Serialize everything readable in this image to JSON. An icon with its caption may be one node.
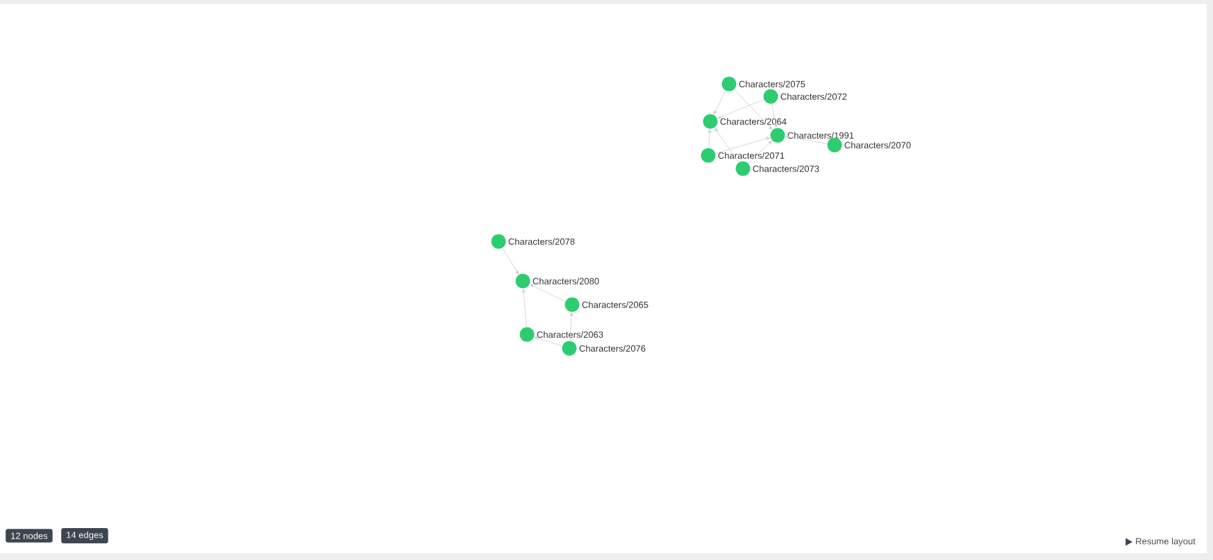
{
  "diagram": {
    "nodes": [
      {
        "text": [
          "Characters/2075"
        ]
      },
      {
        "text": [
          "Characters/2072"
        ]
      },
      {
        "text": [
          "Characters/2064"
        ]
      },
      {
        "text": [
          "Characters/1991"
        ]
      },
      {
        "text": [
          "Characters/2070"
        ]
      },
      {
        "text": [
          "Characters/2071"
        ]
      },
      {
        "text": [
          "Characters/2073"
        ]
      },
      {
        "text": [
          "Characters/2078"
        ]
      },
      {
        "text": [
          "Characters/2080"
        ]
      },
      {
        "text": [
          "Characters/2065"
        ]
      },
      {
        "text": [
          "Characters/2063"
        ]
      },
      {
        "text": [
          "Characters/2076"
        ]
      }
    ],
    "edges": [
      {
        "from": 0,
        "to": 2,
        "arrow": "to"
      },
      {
        "from": 1,
        "to": 2,
        "arrow": "to"
      },
      {
        "from": 0,
        "to": 3,
        "arrow": "to"
      },
      {
        "from": 1,
        "to": 3,
        "arrow": "to"
      },
      {
        "from": 5,
        "to": 2,
        "arrow": "to"
      },
      {
        "from": 6,
        "to": 2,
        "arrow": "to"
      },
      {
        "from": 5,
        "to": 3,
        "arrow": "to"
      },
      {
        "from": 6,
        "to": 3,
        "arrow": "to"
      },
      {
        "from": 4,
        "to": 3,
        "arrow": "to"
      },
      {
        "from": 7,
        "to": 8,
        "arrow": "to"
      },
      {
        "from": 9,
        "to": 8,
        "arrow": "to"
      },
      {
        "from": 10,
        "to": 8,
        "arrow": "to"
      },
      {
        "from": 11,
        "to": 9,
        "arrow": "to"
      },
      {
        "from": 11,
        "to": 10,
        "arrow": "to"
      }
    ],
    "labels": [
      "12 nodes",
      "14 edges",
      "Resume layout"
    ]
  }
}
